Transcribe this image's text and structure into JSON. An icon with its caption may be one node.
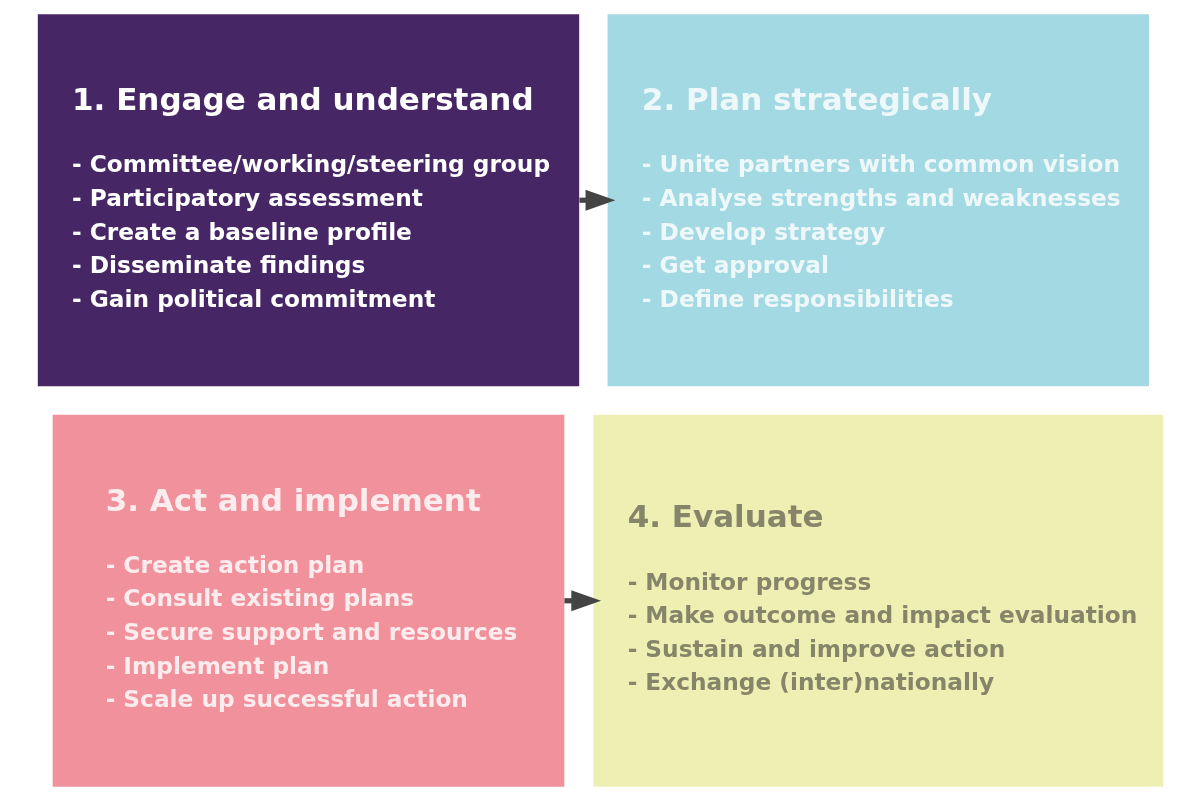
{
  "diagram": {
    "nodes": [
      {
        "text": [
          "1. Engage and understand",
          "- Committee/working/steering group",
          "- Participatory assessment",
          "- Create a baseline profile",
          "- Disseminate findings",
          "- Gain political commitment"
        ]
      },
      {
        "text": [
          "2. Plan strategically",
          "- Unite partners with common vision",
          "- Analyse strengths and weaknesses",
          "- Develop strategy",
          "- Get approval",
          "- Define responsibilities"
        ]
      },
      {
        "text": [
          "3. Act and implement",
          "- Create action plan",
          "- Consult existing plans",
          "- Secure support and resources",
          "- Implement plan",
          "- Scale up successful action"
        ]
      },
      {
        "text": [
          "4. Evaluate",
          "- Monitor progress",
          "- Make outcome and impact evaluation",
          "- Sustain and improve action",
          "- Exchange (inter)nationally"
        ]
      }
    ],
    "edges": [
      {
        "from": 0,
        "to": 1,
        "arrow": "to"
      },
      {
        "from": 2,
        "to": 3,
        "arrow": "to"
      }
    ]
  }
}
